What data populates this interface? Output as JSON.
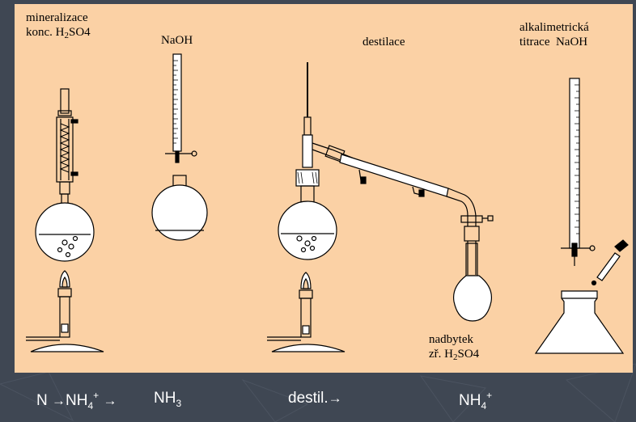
{
  "labels": {
    "mineralization_line1": "mineralizace",
    "mineralization_line2_prefix": "konc. H",
    "mineralization_line2_sub": "2",
    "mineralization_line2_suffix": "SO4",
    "naoh": "NaOH",
    "distillation": "destilace",
    "titration_line1": "alkalimetrická",
    "titration_line2": "titrace  NaOH",
    "excess_line1": "nadbytek",
    "excess_line2_prefix": "zř. H",
    "excess_line2_sub": "2",
    "excess_line2_suffix": "SO4"
  },
  "equation": {
    "n": "N",
    "arrow1": "→",
    "nh4": "NH",
    "nh4_sub": "4",
    "nh4_sup": "+",
    "arrow2": "→",
    "nh3": "NH",
    "nh3_sub": "3",
    "destil": "destil.",
    "arrow3": "→",
    "nh4b": "NH",
    "nh4b_sub": "4",
    "nh4b_sup": "+"
  },
  "colors": {
    "background": "#3f4753",
    "panel": "#fbd1a5",
    "equation_text": "#ffffff"
  }
}
